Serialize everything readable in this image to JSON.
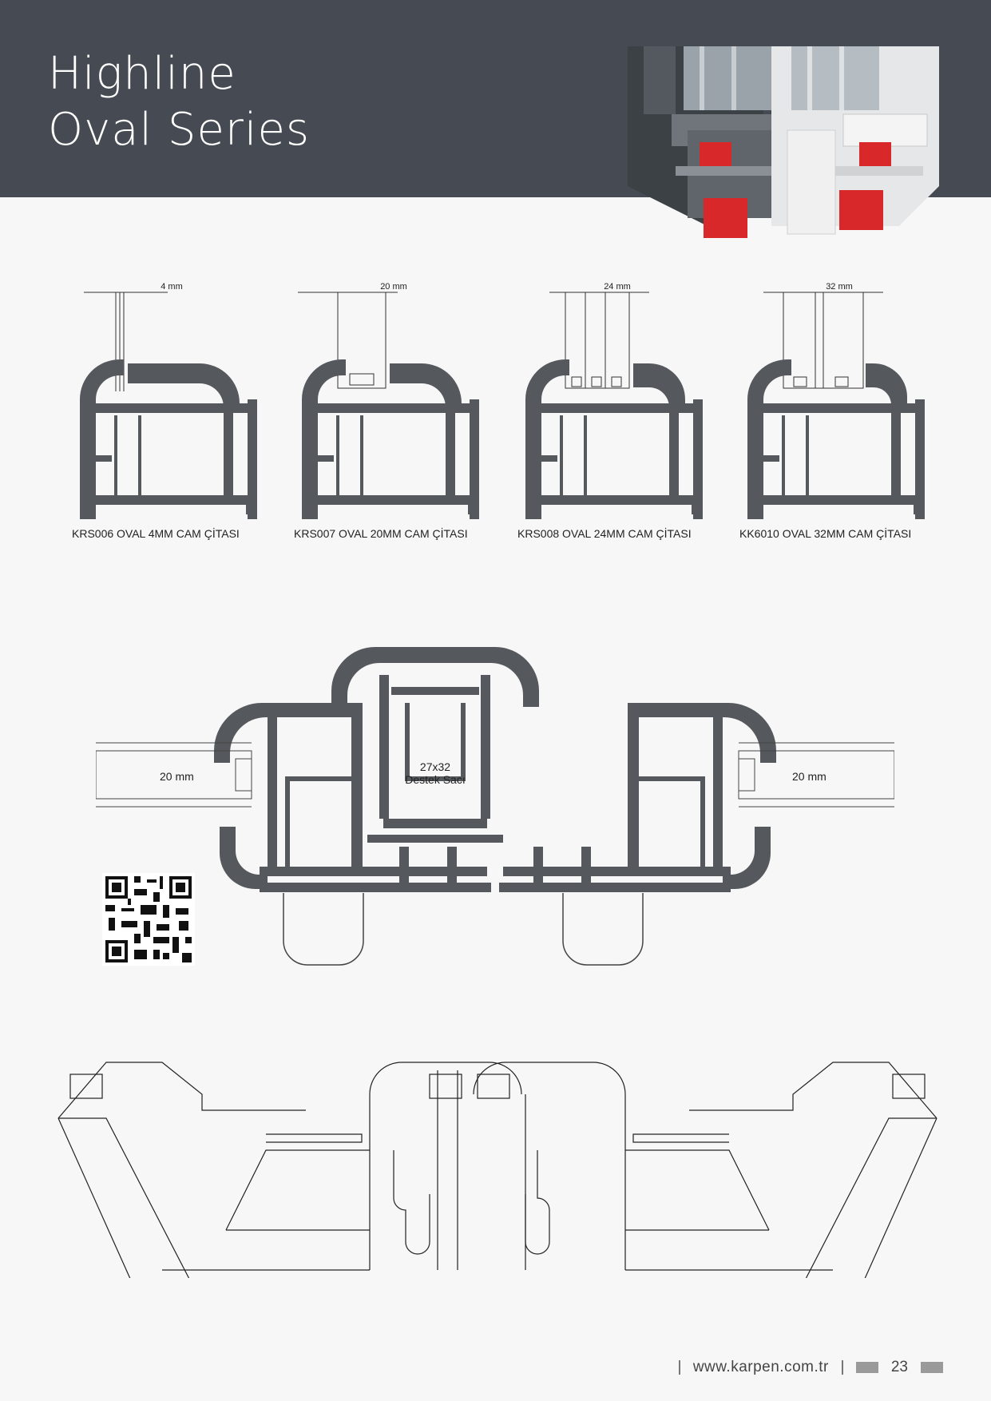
{
  "header": {
    "title_line1": "Highline",
    "title_line2": "Oval Series"
  },
  "profiles": [
    {
      "code_label": "KRS006  OVAL 4MM CAM ÇİTASI",
      "dimension": "4 mm"
    },
    {
      "code_label": "KRS007  OVAL 20MM CAM ÇİTASI",
      "dimension": "20 mm"
    },
    {
      "code_label": "KRS008  OVAL 24MM CAM ÇİTASI",
      "dimension": "24  mm"
    },
    {
      "code_label": "KK6010  OVAL 32MM CAM ÇİTASI",
      "dimension": "32 mm"
    }
  ],
  "section": {
    "left_glass": "20 mm",
    "right_glass": "20 mm",
    "steel_line1": "27x32",
    "steel_line2": "Destek Sacı"
  },
  "footer": {
    "url": "www.karpen.com.tr",
    "page_number": "23"
  },
  "colors": {
    "header_bg": "#464b53",
    "profile_gray": "#55585c",
    "gasket_red": "#d8282a"
  }
}
